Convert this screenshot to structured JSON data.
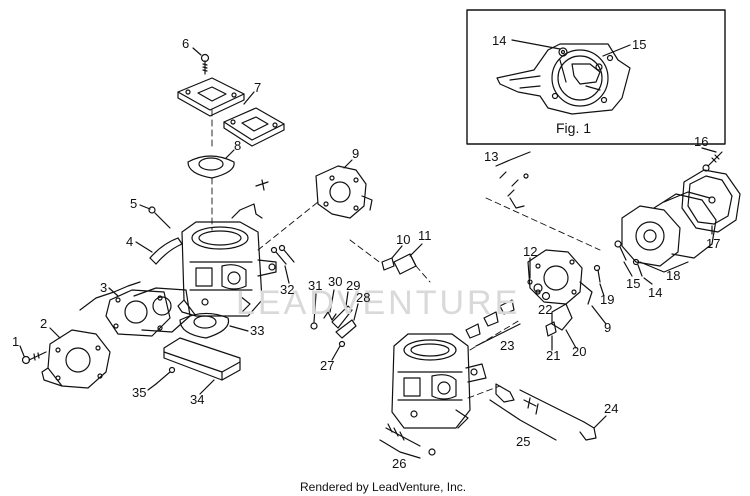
{
  "diagram": {
    "inset_caption": "Fig. 1",
    "footer": "Rendered by LeadVenture, Inc.",
    "watermark": "LEADVENTURE",
    "callouts": [
      "1",
      "2",
      "3",
      "4",
      "5",
      "6",
      "7",
      "8",
      "9",
      "10",
      "11",
      "12",
      "13",
      "14",
      "15",
      "16",
      "17",
      "18",
      "19",
      "20",
      "21",
      "22",
      "23",
      "24",
      "25",
      "26",
      "27",
      "28",
      "29",
      "30",
      "31",
      "32",
      "33",
      "34",
      "35"
    ],
    "inset_callouts": [
      "14",
      "15"
    ]
  }
}
